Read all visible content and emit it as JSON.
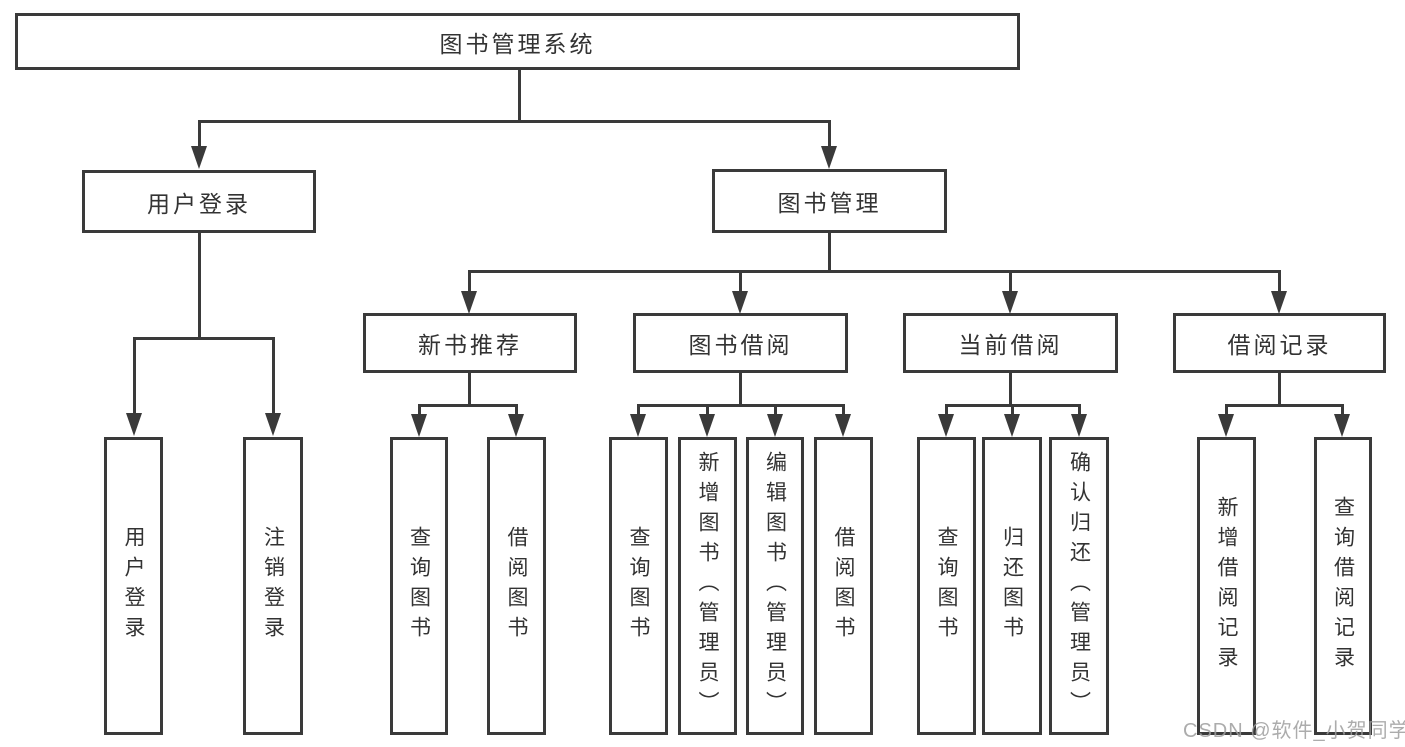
{
  "tree": {
    "root": "图书管理系统",
    "user_login": {
      "label": "用户登录",
      "login": "用户登录",
      "logout": "注销登录"
    },
    "book_mgmt": {
      "label": "图书管理",
      "new_books": {
        "label": "新书推荐",
        "query": "查询图书",
        "borrow": "借阅图书"
      },
      "book_borrow": {
        "label": "图书借阅",
        "query": "查询图书",
        "add": "新增图书（管理员）",
        "edit": "编辑图书（管理员）",
        "borrow": "借阅图书"
      },
      "current_borrow": {
        "label": "当前借阅",
        "query": "查询图书",
        "return": "归还图书",
        "confirm": "确认归还（管理员）"
      },
      "borrow_records": {
        "label": "借阅记录",
        "add": "新增借阅记录",
        "query": "查询借阅记录"
      }
    }
  },
  "watermark": {
    "text": "CSDN @软件_小贺同学"
  },
  "colors": {
    "line": "#3a3a3a",
    "text": "#333333",
    "background": "#ffffff",
    "watermark": "#9e9e9e"
  }
}
